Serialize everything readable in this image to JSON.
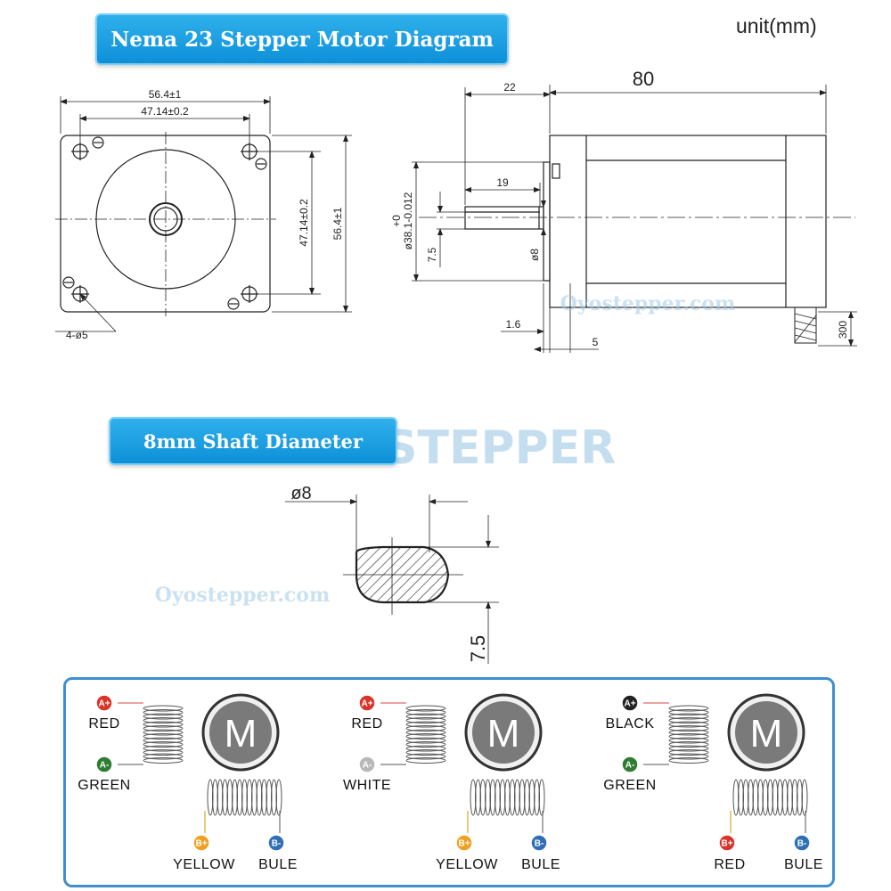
{
  "banners": {
    "main_title": "Nema 23 Stepper Motor Diagram",
    "shaft_title": "8mm Shaft Diameter"
  },
  "unit_label": "unit(mm)",
  "front_view": {
    "width_outer": "56.4±1",
    "hole_spacing_h": "47.14±0.2",
    "hole_spacing_v": "47.14±0.2",
    "height_outer": "56.4±1",
    "holes": "4-ø5"
  },
  "side_view": {
    "body_length": "80",
    "shaft_length": "22",
    "flat_length": "19",
    "boss_dia_tol": "+0",
    "boss_dia": "ø38.1-0.012",
    "flat_depth": "7.5",
    "shaft_dia": "ø8",
    "boss_height": "1.6",
    "flange": "5",
    "lead_length": "300"
  },
  "shaft_section": {
    "diameter": "ø8",
    "flat": "7.5"
  },
  "watermarks": {
    "brand": "OYOSTEPPER",
    "site_1": "Oyostepper.com",
    "site_2": "Oyostepper.com"
  },
  "wiring": [
    {
      "motor": "M",
      "a_plus": {
        "badge": "A+",
        "label": "RED",
        "color": "#d8352a"
      },
      "a_minus": {
        "badge": "A-",
        "label": "GREEN",
        "color": "#2e7d32"
      },
      "b_plus": {
        "badge": "B+",
        "label": "YELLOW",
        "color": "#f0a020"
      },
      "b_minus": {
        "badge": "B-",
        "label": "BULE",
        "color": "#2f6fb5"
      }
    },
    {
      "motor": "M",
      "a_plus": {
        "badge": "A+",
        "label": "RED",
        "color": "#d8352a"
      },
      "a_minus": {
        "badge": "A-",
        "label": "WHITE",
        "color": "#b8b8b8"
      },
      "b_plus": {
        "badge": "B+",
        "label": "YELLOW",
        "color": "#f0a020"
      },
      "b_minus": {
        "badge": "B-",
        "label": "BULE",
        "color": "#2f6fb5"
      }
    },
    {
      "motor": "M",
      "a_plus": {
        "badge": "A+",
        "label": "BLACK",
        "color": "#222222"
      },
      "a_minus": {
        "badge": "A-",
        "label": "GREEN",
        "color": "#2e7d32"
      },
      "b_plus": {
        "badge": "B+",
        "label": "RED",
        "color": "#d8352a"
      },
      "b_minus": {
        "badge": "B-",
        "label": "BULE",
        "color": "#2f6fb5"
      }
    }
  ]
}
